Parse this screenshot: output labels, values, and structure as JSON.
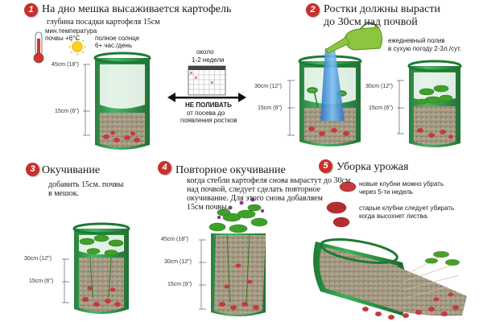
{
  "steps": [
    {
      "number": "1",
      "title": "На дно мешка высаживается картофель",
      "line": "глубина посадки картофеля 15см"
    },
    {
      "number": "2",
      "title_line1": "Ростки должны вырасти",
      "title_line2": "до 30см над почвой"
    },
    {
      "number": "3",
      "title": "Окучивание",
      "line1": "добавить 15см. почвы",
      "line2": "в мешок."
    },
    {
      "number": "4",
      "title": "Повторное окучивание",
      "line1": "когда стебли картофеля снова вырастут до 30см",
      "line2": "над почвой, следует сделать повторное",
      "line3": "окучивание. Для этого снова добавляем",
      "line4": "15см почвы."
    },
    {
      "number": "5",
      "title": "Уборка урожая",
      "new_line1": "новые клубни можно убрать",
      "new_line2": "через 5-ти недель",
      "old_line1": "старые клубни следует убирать",
      "old_line2": "когда высохнет листва."
    }
  ],
  "conditions": {
    "temp_line1": "мин.температура",
    "temp_line2": "почвы +6°C",
    "sun_line1": "полное солнце",
    "sun_line2": "6+ час./день"
  },
  "calendar": {
    "top1": "около",
    "top2": "1-2 недели",
    "warn": "НЕ ПОЛИВАТЬ",
    "sub1": "от посева до",
    "sub2": "появления ростков"
  },
  "watering": {
    "line1": "ежедневный полив",
    "line2": "в сухую погоду 2-3л./сут."
  },
  "measurements": {
    "m45": "45cm (18\")",
    "m30": "30cm (12\")",
    "m15": "15cm (6\")"
  },
  "colors": {
    "bag": "#2fa04a",
    "bag_dark": "#1d7a33",
    "soil": "#9a8f7a",
    "tuber": "#c53a3a",
    "badge": "#c8312b",
    "water": "#3b8fd9",
    "can": "#8cc63f"
  }
}
